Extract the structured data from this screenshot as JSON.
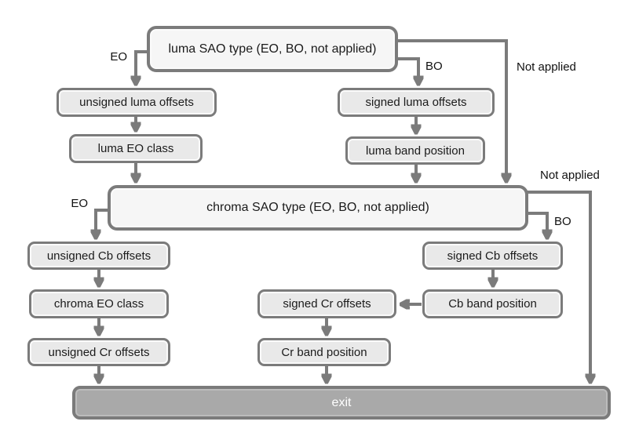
{
  "figure": {
    "title_implicit": "SAO syntax decision flowchart",
    "colors": {
      "line": "#7b7b7b",
      "node_border": "#7b7b7b",
      "node_fill": "#e9e9e9",
      "decision_fill": "#f6f6f6",
      "exit_fill": "#a9a9a9",
      "exit_text": "#ffffff",
      "label_text": "#111111",
      "background": "#ffffff"
    },
    "nodes": {
      "luma_sao_type": "luma SAO type (EO, BO, not applied)",
      "unsigned_luma_offsets": "unsigned luma offsets",
      "luma_eo_class": "luma EO class",
      "signed_luma_offsets": "signed luma offsets",
      "luma_band_position": "luma band position",
      "chroma_sao_type": "chroma SAO type (EO, BO, not applied)",
      "unsigned_cb_offsets": "unsigned Cb offsets",
      "chroma_eo_class": "chroma EO class",
      "unsigned_cr_offsets": "unsigned Cr offsets",
      "signed_cb_offsets": "signed Cb offsets",
      "cb_band_position": "Cb band position",
      "signed_cr_offsets": "signed Cr offsets",
      "cr_band_position": "Cr band position",
      "exit": "exit"
    },
    "edges": [
      {
        "from": "luma_sao_type",
        "to": "unsigned_luma_offsets",
        "label": "EO"
      },
      {
        "from": "luma_sao_type",
        "to": "signed_luma_offsets",
        "label": "BO"
      },
      {
        "from": "luma_sao_type",
        "to": "chroma_sao_type",
        "label": "Not applied"
      },
      {
        "from": "unsigned_luma_offsets",
        "to": "luma_eo_class",
        "label": ""
      },
      {
        "from": "luma_eo_class",
        "to": "chroma_sao_type",
        "label": ""
      },
      {
        "from": "signed_luma_offsets",
        "to": "luma_band_position",
        "label": ""
      },
      {
        "from": "luma_band_position",
        "to": "chroma_sao_type",
        "label": ""
      },
      {
        "from": "chroma_sao_type",
        "to": "unsigned_cb_offsets",
        "label": "EO"
      },
      {
        "from": "chroma_sao_type",
        "to": "signed_cb_offsets",
        "label": "BO"
      },
      {
        "from": "chroma_sao_type",
        "to": "exit",
        "label": "Not applied"
      },
      {
        "from": "unsigned_cb_offsets",
        "to": "chroma_eo_class",
        "label": ""
      },
      {
        "from": "chroma_eo_class",
        "to": "unsigned_cr_offsets",
        "label": ""
      },
      {
        "from": "unsigned_cr_offsets",
        "to": "exit",
        "label": ""
      },
      {
        "from": "signed_cb_offsets",
        "to": "cb_band_position",
        "label": ""
      },
      {
        "from": "cb_band_position",
        "to": "signed_cr_offsets",
        "label": ""
      },
      {
        "from": "signed_cr_offsets",
        "to": "cr_band_position",
        "label": ""
      },
      {
        "from": "cr_band_position",
        "to": "exit",
        "label": ""
      }
    ]
  }
}
